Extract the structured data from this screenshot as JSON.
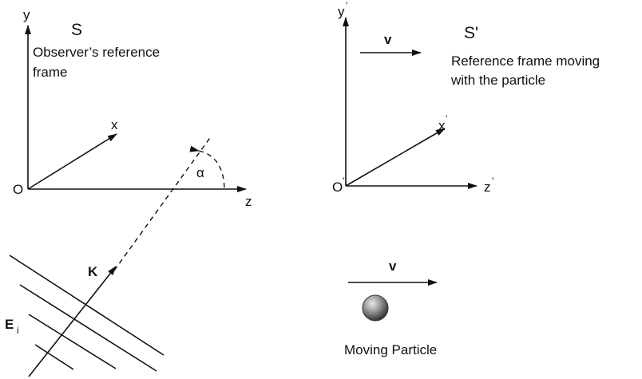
{
  "frame_s": {
    "name": "S",
    "caption_line1": "Observer’s reference",
    "caption_line2": "frame",
    "axis_x": "x",
    "axis_y": "y",
    "axis_z": "z",
    "origin": "O",
    "angle": "α"
  },
  "frame_s_prime": {
    "name": "S'",
    "caption_line1": "Reference frame moving",
    "caption_line2": "with the particle",
    "axis_x": "x",
    "axis_y": "y",
    "axis_z": "z",
    "prime_mark": "'",
    "origin": "O",
    "velocity": "v"
  },
  "wave": {
    "wave_vector": "K",
    "field": "E",
    "field_subscript": "i"
  },
  "particle": {
    "velocity": "v",
    "caption": "Moving Particle"
  }
}
